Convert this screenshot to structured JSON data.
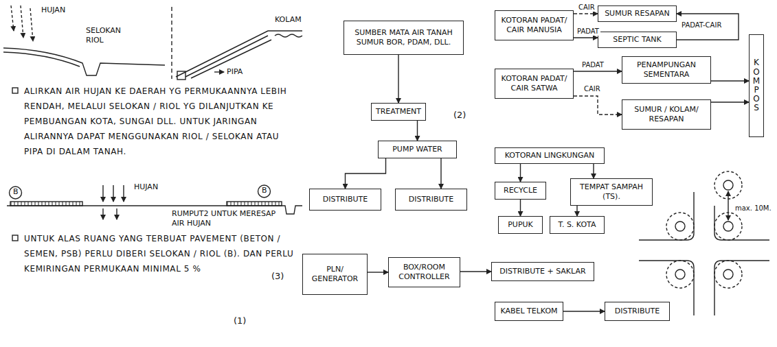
{
  "diagram": {
    "nodes": [
      {
        "text": [
          "SUMBER MATA AIR TANAH SUMUR BOR, PDAM, DLL."
        ]
      },
      {
        "text": [
          "TREATMENT"
        ]
      },
      {
        "text": [
          "PUMP WATER"
        ]
      },
      {
        "text": [
          "DISTRIBUTE"
        ]
      },
      {
        "text": [
          "DISTRIBUTE"
        ]
      },
      {
        "text": [
          "KOTORAN PADAT/ CAIR MANUSIA"
        ]
      },
      {
        "text": [
          "SUMUR RESAPAN"
        ]
      },
      {
        "text": [
          "SEPTIC TANK"
        ]
      },
      {
        "text": [
          "KOTORAN PADAT/ CAIR SATWA"
        ]
      },
      {
        "text": [
          "PENAMPUNGAN SEMENTARA"
        ]
      },
      {
        "text": [
          "SUMUR / KOLAM/ RESAPAN"
        ]
      },
      {
        "text": [
          "KOMPOS"
        ]
      },
      {
        "text": [
          "KOTORAN LINGKUNGAN"
        ]
      },
      {
        "text": [
          "RECYCLE"
        ]
      },
      {
        "text": [
          "PUPUK"
        ]
      },
      {
        "text": [
          "TEMPAT SAMPAH (TS)."
        ]
      },
      {
        "text": [
          "T. S. KOTA"
        ]
      },
      {
        "text": [
          "PLN/ GENERATOR"
        ]
      },
      {
        "text": [
          "BOX/ROOM CONTROLLER"
        ]
      },
      {
        "text": [
          "DISTRIBUTE + SAKLAR"
        ]
      },
      {
        "text": [
          "KABEL TELKOM"
        ]
      },
      {
        "text": [
          "DISTRIBUTE"
        ]
      }
    ],
    "edges": [
      {
        "from": 0,
        "to": 1,
        "arrow": "to"
      },
      {
        "from": 1,
        "to": 2,
        "arrow": "to"
      },
      {
        "from": 2,
        "to": 3,
        "arrow": "to"
      },
      {
        "from": 2,
        "to": 4,
        "arrow": "to"
      },
      {
        "from": 5,
        "to": 6,
        "label": "CAIR",
        "arrow": "to"
      },
      {
        "from": 5,
        "to": 7,
        "label": "PADAT",
        "arrow": "to"
      },
      {
        "from": 7,
        "to": 6,
        "label": "PADAT-CAIR",
        "arrow": "to"
      },
      {
        "from": 8,
        "to": 9,
        "label": "PADAT",
        "arrow": "to"
      },
      {
        "from": 8,
        "to": 10,
        "label": "CAIR",
        "arrow": "to"
      },
      {
        "from": 9,
        "to": 11,
        "arrow": "to"
      },
      {
        "from": 10,
        "to": 11,
        "arrow": "to"
      },
      {
        "from": 12,
        "to": 13,
        "arrow": "to"
      },
      {
        "from": 12,
        "to": 15,
        "arrow": "to"
      },
      {
        "from": 13,
        "to": 14,
        "arrow": "to"
      },
      {
        "from": 15,
        "to": 16,
        "arrow": "to"
      },
      {
        "from": 17,
        "to": 18,
        "arrow": "to"
      },
      {
        "from": 18,
        "to": 19,
        "arrow": "to"
      },
      {
        "from": 20,
        "to": 21,
        "arrow": "to"
      }
    ],
    "labels": [
      "HUJAN",
      "SELOKAN RIOL",
      "KOLAM",
      "PIPA",
      "ALIRKAN AIR HUJAN KE DAERAH YG PERMUKAANNYA LEBIH RENDAH, MELALUI SELOKAN / RIOL YG DILANJUTKAN KE PEMBUANGAN KOTA, SUNGAI DLL. UNTUK JARINGAN ALIRANNYA DAPAT MENGGUNAKAN RIOL / SELOKAN ATAU PIPA DI DALAM TANAH.",
      "B",
      "HUJAN",
      "B",
      "RUMPUT2 UNTUK MERESAP AIR HUJAN",
      "UNTUK ALAS RUANG YANG TERBUAT PAVEMENT (BETON / SEMEN, PSB) PERLU DIBERI SELOKAN / RIOL (B). DAN PERLU KEMIRINGAN PERMUKAAN MINIMAL 5 %",
      "(1)",
      "(2)",
      "(3)",
      "max. 10M."
    ]
  }
}
